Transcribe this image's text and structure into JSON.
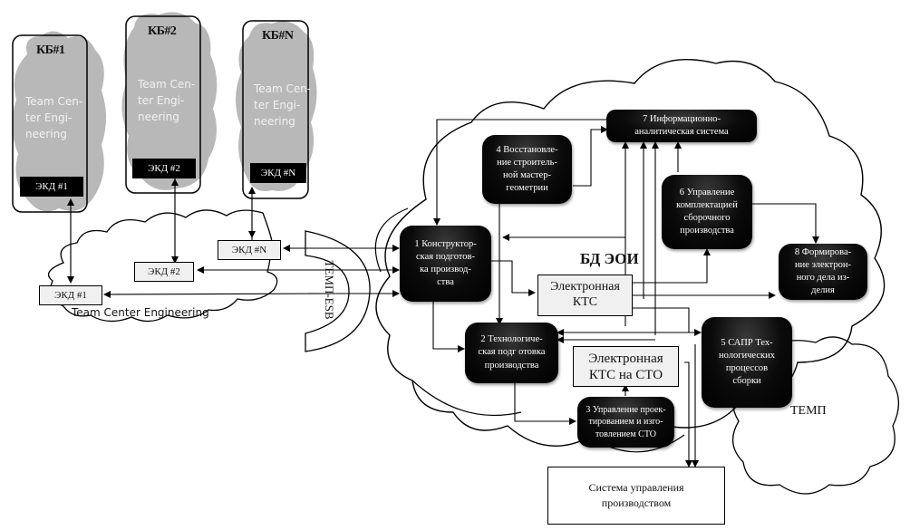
{
  "clusters": [
    {
      "title": "КБ#1",
      "cloud_text": "Team Cen-\nter Engi-\nneering",
      "ekd": "ЭКД #1"
    },
    {
      "title": "КБ#2",
      "cloud_text": "Team Cen-\nter Engi-\nneering",
      "ekd": "ЭКД #2"
    },
    {
      "title": "КБ#N",
      "cloud_text": "Team Cen-\nter Engi-\nneering",
      "ekd": "ЭКД #N"
    }
  ],
  "tce_cloud": {
    "label": "Team Center Engineering",
    "items": [
      "ЭКД #1",
      "ЭКД #2",
      "ЭКД #N"
    ]
  },
  "esb_label": "ТЕМП-ESB",
  "db_label": "БД ЭОИ",
  "temp_label": "ТЕМП",
  "blocks": {
    "b1": "1 Конструктор-\nская подготов-\nка производ-\nства",
    "b2": "2 Технологиче-\nская подг отовка\nпроизводства",
    "b3": "3 Управление проек-\nтированием и изго-\nтовлением СТО",
    "b4": "4 Восстановле-\nние строитель-\nной мастер-\nгеометрии",
    "b5": "5 САПР Тех-\nнологических\nпроцессов\nсборки",
    "b6": "6 Управление\nкомплектацией\nсборочного\nпроизводства",
    "b7": "7 Информационно-\nаналитическая система",
    "b8": "8 Формирова-\nние электрон-\nного дела из-\nделия"
  },
  "ekts": "Электронная\nКТС",
  "ekts_sto": "Электронная\nКТС на СТО",
  "sup": "Система управления\nпроизводством"
}
